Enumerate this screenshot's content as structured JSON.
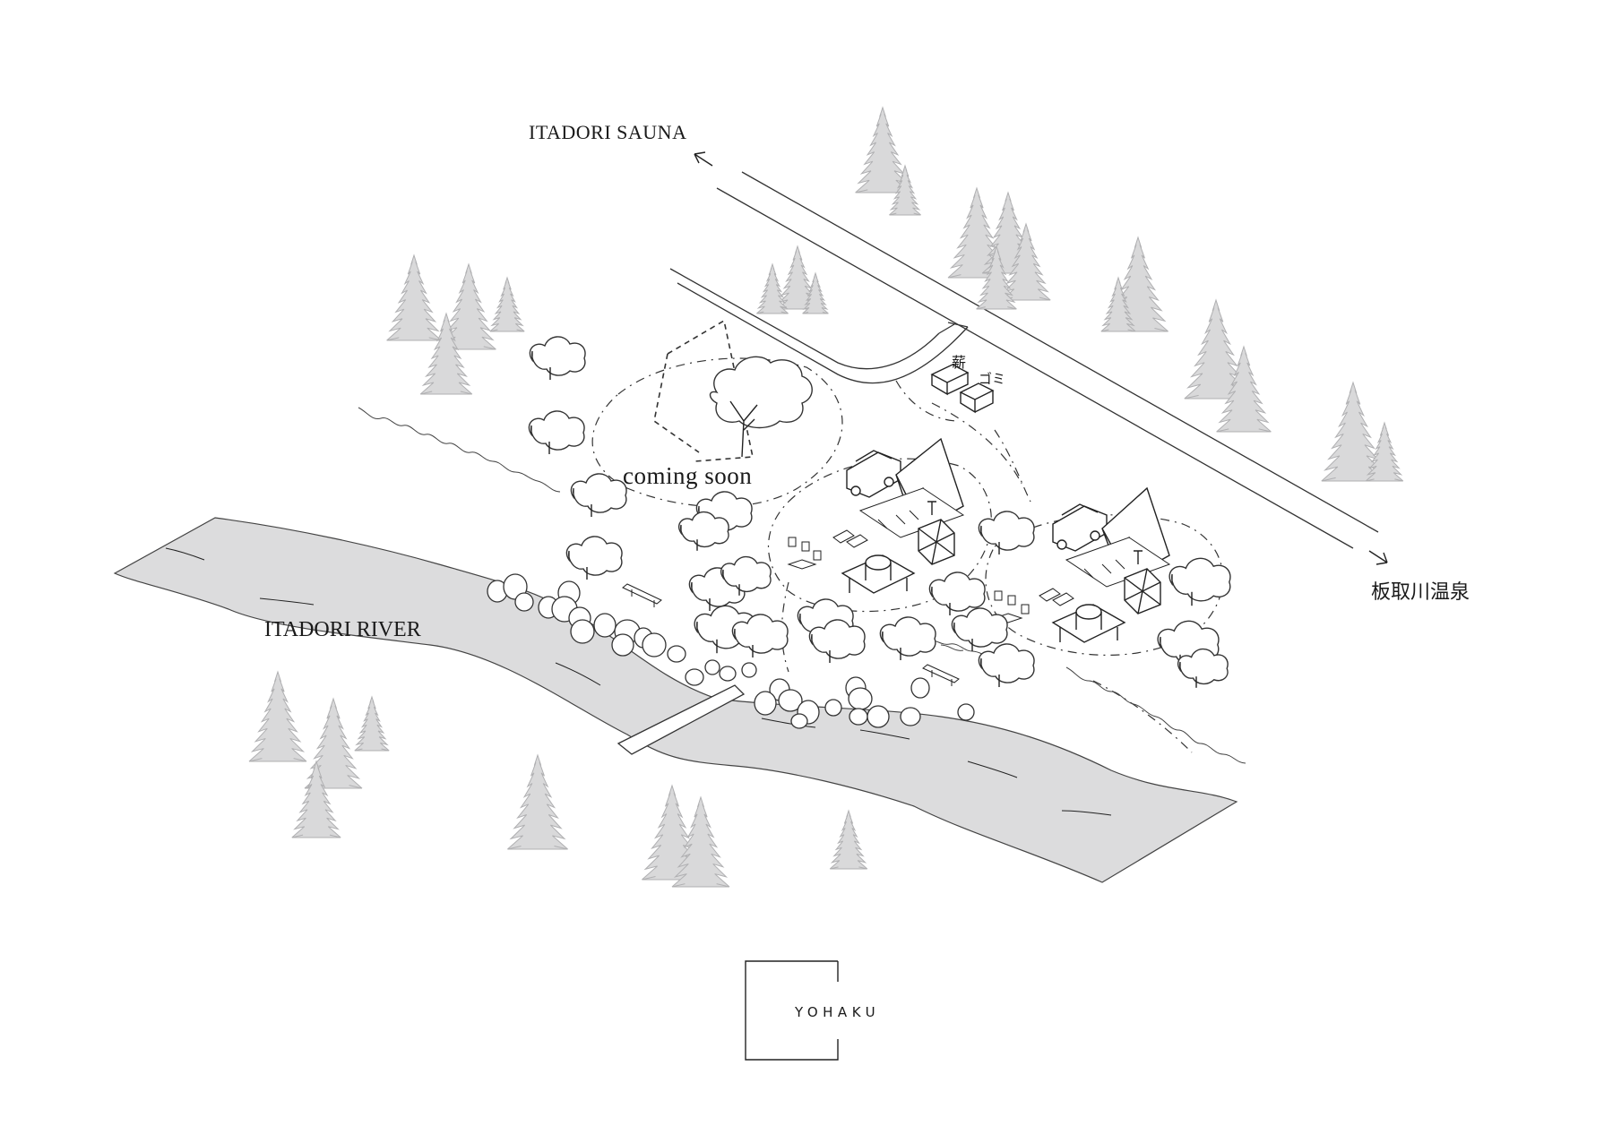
{
  "labels": {
    "sauna": "ITADORI SAUNA",
    "onsen": "板取川温泉",
    "river": "ITADORI RIVER",
    "coming_soon": "coming soon",
    "firewood": "薪",
    "garbage": "ゴミ"
  },
  "logo": {
    "text": "YOHAKU"
  },
  "colors": {
    "tree_fill": "#d9d9da",
    "river_fill": "#dcdcdd",
    "ink": "#1a1a1a"
  }
}
